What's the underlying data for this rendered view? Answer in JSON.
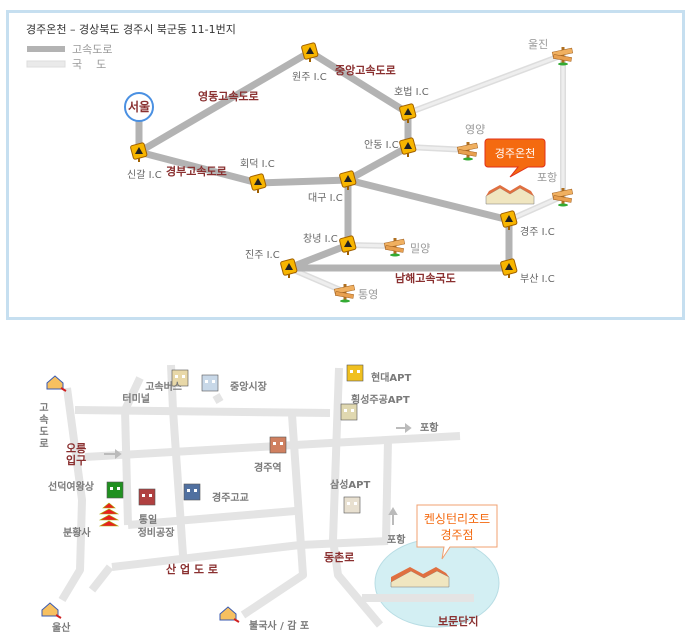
{
  "top_map": {
    "title": "경주온천 – 경상북도 경주시 북군동 11-1번지",
    "legend": [
      {
        "label": "고속도로",
        "color": "#b3b3b3"
      },
      {
        "label": "국    도",
        "color": "#eaeaea"
      }
    ],
    "start": "서울",
    "destination": "경주온천",
    "interchanges": [
      "원주 I.C",
      "호법 I.C",
      "안동 I.C",
      "신갈 I.C",
      "회덕 I.C",
      "대구 I.C",
      "창녕 I.C",
      "진주 I.C",
      "경주 I.C",
      "부산 I.C"
    ],
    "cities": [
      "울진",
      "영양",
      "포항",
      "밀양",
      "통영"
    ],
    "highways": [
      "영동고속도로",
      "중앙고속도로",
      "경부고속도로",
      "남해고속국도"
    ],
    "colors": {
      "highway": "#b3b3b3",
      "national_road": "#e8e8e8",
      "border": "#c6dff0",
      "callout": "#f46a10",
      "seoul_ring": "#4a90e2"
    }
  },
  "bottom_map": {
    "landmarks": [
      "고속버스\n터미널",
      "중앙시장",
      "현대APT",
      "횡성주공APT",
      "경주역",
      "삼성APT",
      "선덕여왕상",
      "통일\n정비공장",
      "경주고교",
      "분황사"
    ],
    "directions": [
      "고속도로",
      "오릉\n입구",
      "포항",
      "포항",
      "울산",
      "불국사 / 감 포"
    ],
    "roads": [
      "산 업 도 로",
      "동촌로",
      "보문단지"
    ],
    "destination_line1": "켄싱턴리조트",
    "destination_line2": "경주점"
  }
}
